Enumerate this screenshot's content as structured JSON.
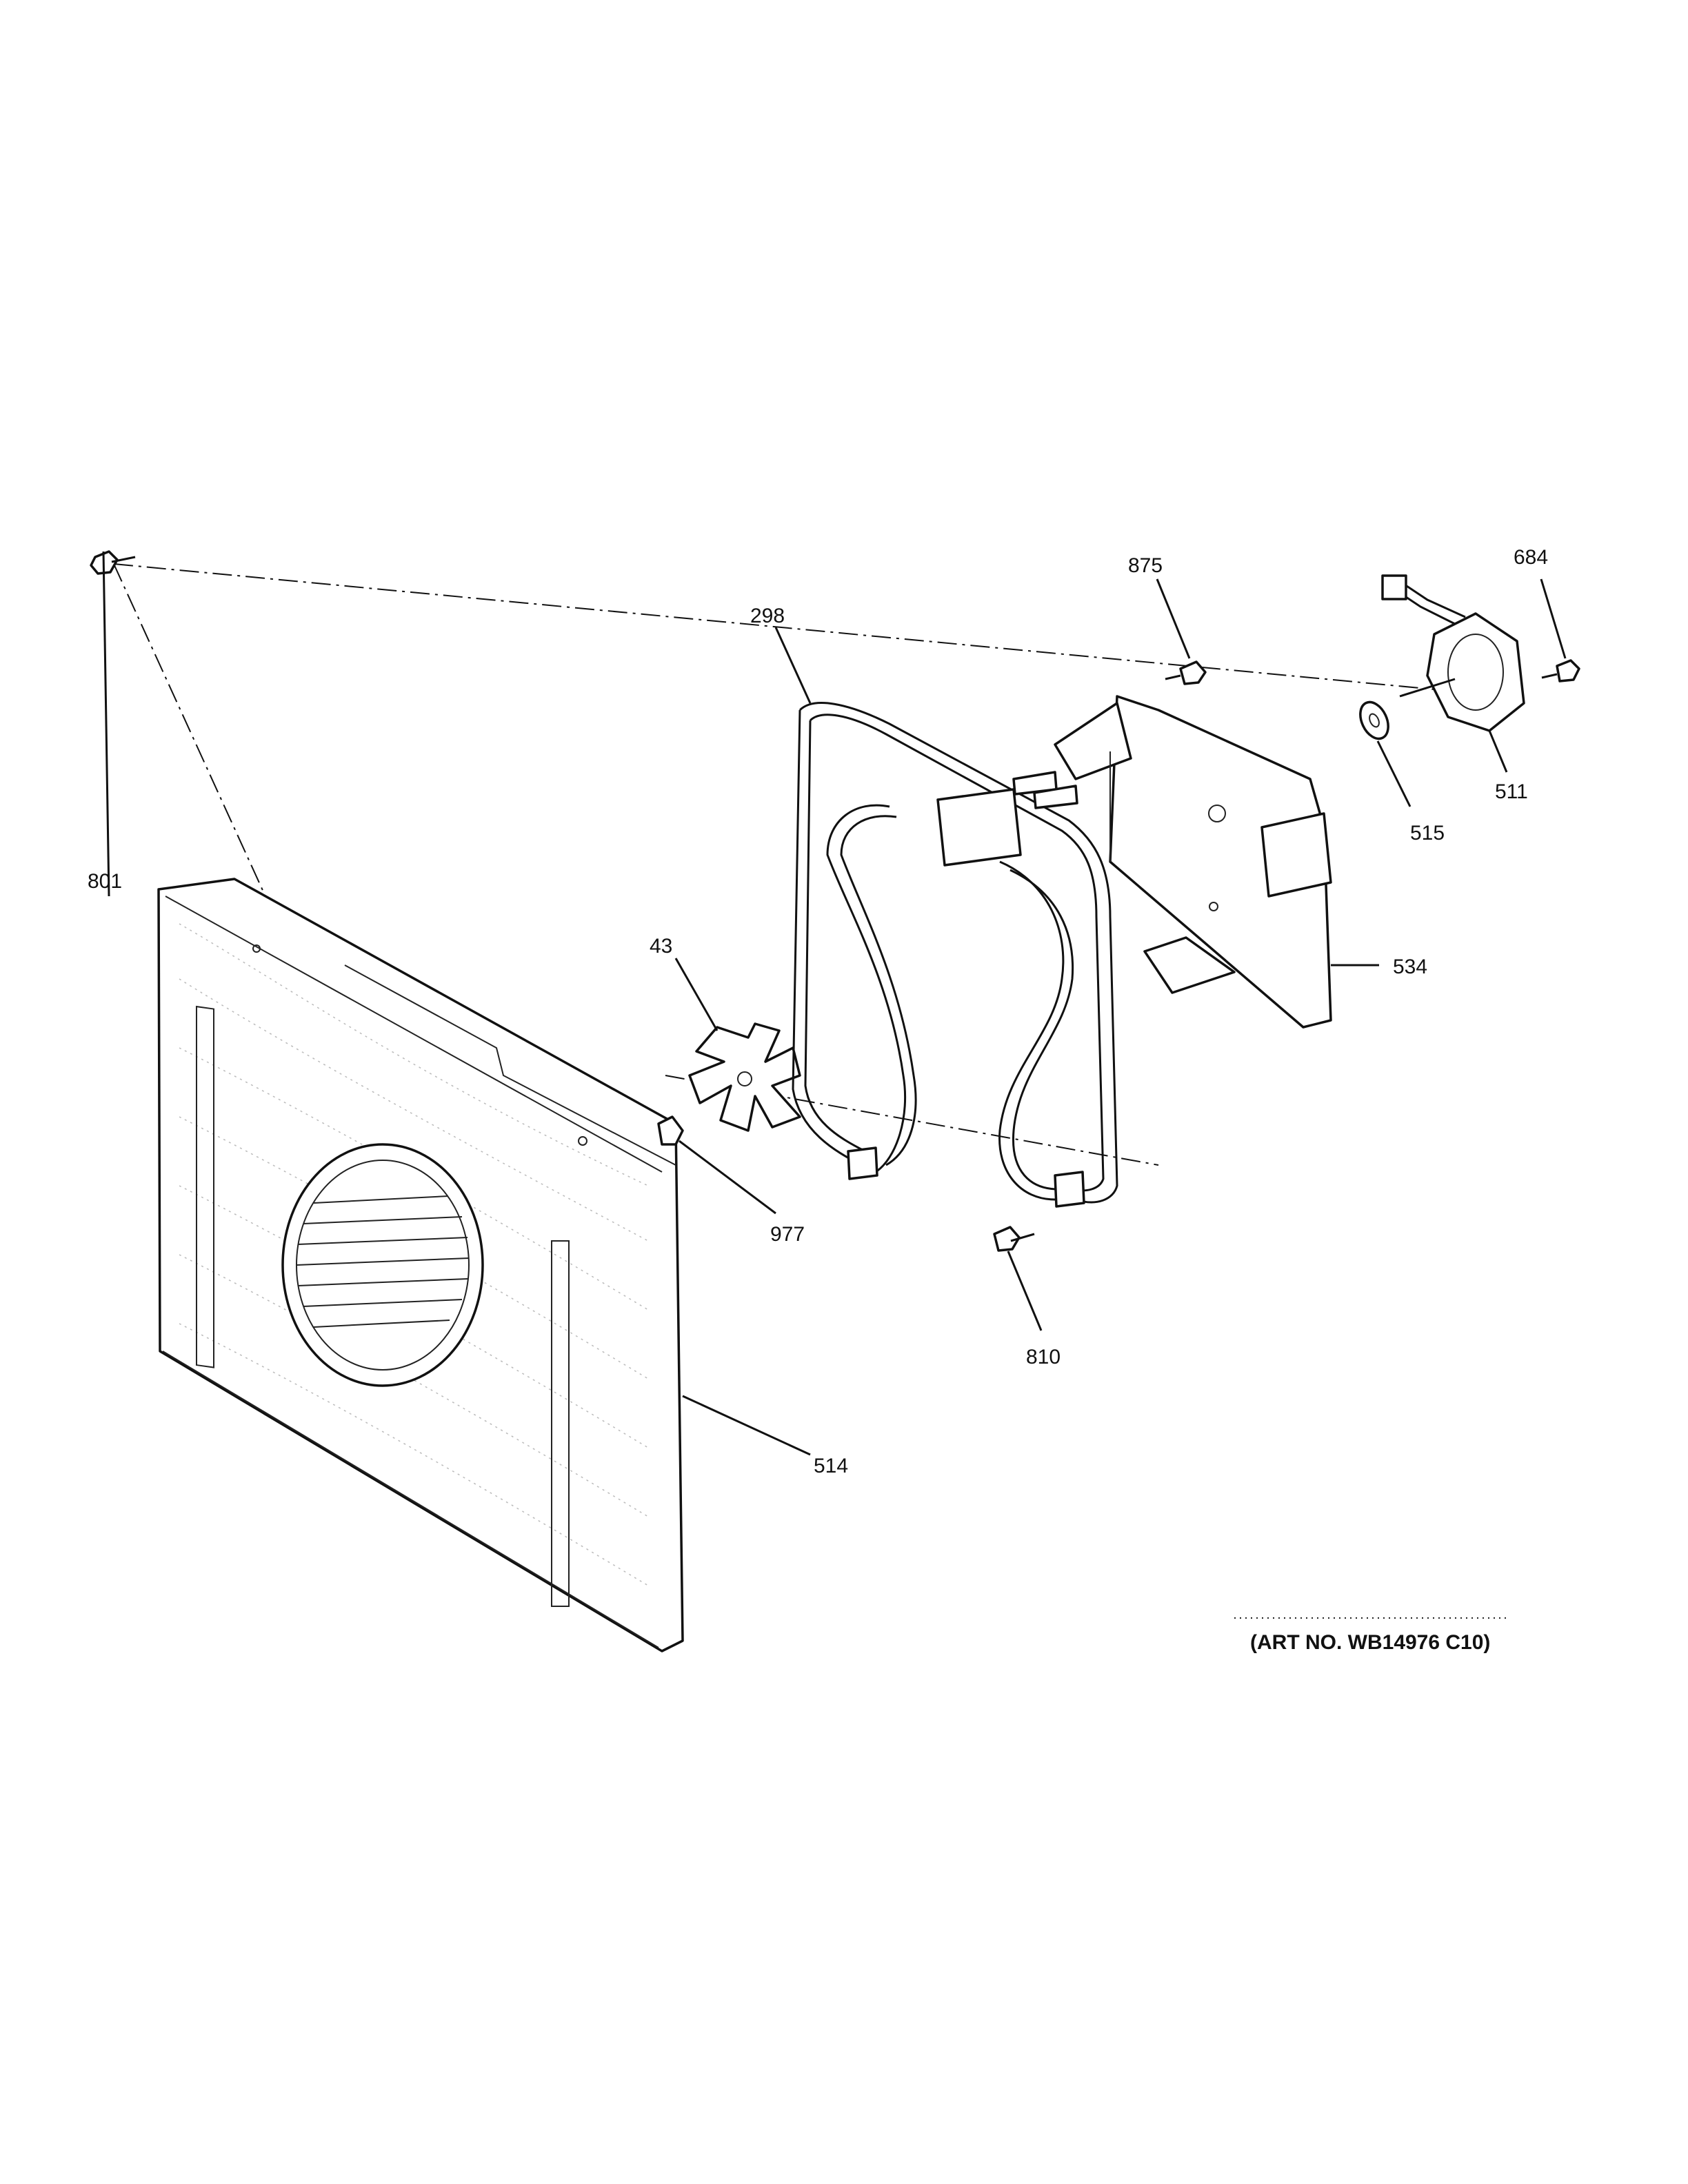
{
  "diagram": {
    "callouts": {
      "p801": "801",
      "p43": "43",
      "p298": "298",
      "p875": "875",
      "p684": "684",
      "p511": "511",
      "p515": "515",
      "p534": "534",
      "p977": "977",
      "p810": "810",
      "p514": "514"
    },
    "art_number": "(ART NO. WB14976 C10)"
  }
}
